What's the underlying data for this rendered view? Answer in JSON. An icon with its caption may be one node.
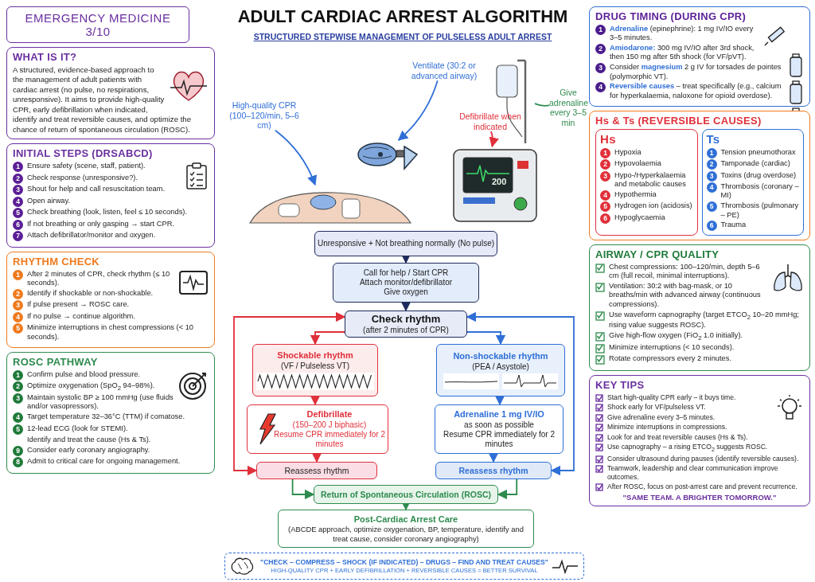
{
  "diagram": {
    "title": "ADULT CARDIAC ARREST ALGORITHM",
    "nodes": [
      {
        "text": [
          "EMERGENCY MEDICINE 3/10"
        ]
      },
      {
        "text": [
          "WHAT IS IT?",
          "A structured, evidence-based approach to the management of adult patients with cardiac arrest (no pulse, no respirations, unresponsive). It aims to provide high-quality CPR, early defibrillation when indicated, identify and treat reversible causes, and optimize the chance of return of spontaneous circulation (ROSC)."
        ]
      },
      {
        "text": [
          "INITIAL STEPS (DRSABCD)",
          "1",
          "Ensure safety (scene, staff, patient).",
          "2",
          "Check response (unresponsive?).",
          "3",
          "Shout for help and call resuscitation team.",
          "4",
          "Open airway.",
          "5",
          "Check breathing (look, listen, feel ≤ 10 seconds).",
          "6",
          "If not breathing or only gasping → start CPR.",
          "7",
          "Attach defibrillator/monitor and oxygen."
        ]
      },
      {
        "text": [
          "RHYTHM CHECK",
          "1",
          "After 2 minutes of CPR, check rhythm (≤ 10 seconds).",
          "2",
          "Identify if shockable or non-shockable.",
          "3",
          "If pulse present → ROSC care.",
          "4",
          "If no pulse → continue algorithm.",
          "5",
          "Minimize interruptions in chest compressions (< 10 seconds)."
        ]
      },
      {
        "text": [
          "ROSC PATHWAY",
          "1",
          "Confirm pulse and blood pressure.",
          "2",
          "Optimize oxygenation (SpO$_{2}$ 94–98%).",
          "3",
          "Maintain systolic BP ≥ 100 mmHg (use fluids and/or vasopressors).",
          "4",
          "Target temperature 32–36°C (TTM) if comatose.",
          "5",
          "12-lead ECG (look for STEMI).",
          "Identify and treat the cause (Hs & Ts).",
          "9",
          "Consider early coronary angiography.",
          "8",
          "Admit to critical care for ongoing management."
        ]
      },
      {
        "text": [
          "High-quality CPR (100–120/min, 5–6 cm)"
        ]
      },
      {
        "text": [],
        "shape": "picture"
      },
      {
        "text": [
          "Ventilate (30:2 or advanced airway)"
        ]
      },
      {
        "text": [],
        "shape": "picture"
      },
      {
        "text": [
          "Defibrillate when indicated"
        ]
      },
      {
        "text": [],
        "shape": "picture"
      },
      {
        "text": [
          "Give adrenaline every 3–5 min"
        ]
      },
      {
        "text": [],
        "shape": "picture"
      },
      {
        "text": [
          "Unresponsive + Not breathing normally (No pulse)"
        ]
      },
      {
        "text": [
          "Call for help / Start CPR",
          "Attach monitor/defibrillator",
          "Give oxygen"
        ]
      },
      {
        "text": [
          "Check rhythm",
          "(after 2 minutes of CPR)"
        ]
      },
      {
        "text": [
          "Shockable rhythm",
          "(VF / Pulseless VT)"
        ]
      },
      {
        "text": [
          "Non-shockable rhythm",
          "(PEA / Asystole)"
        ]
      },
      {
        "text": [
          "Defibrillate",
          "(150–200 J biphasic)",
          "Resume CPR immediately for 2 minutes"
        ]
      },
      {
        "text": [
          "Adrenaline 1 mg IV/IO",
          "as soon as possible",
          "Resume CPR immediately for 2 minutes"
        ]
      },
      {
        "text": [
          "Reassess rhythm"
        ]
      },
      {
        "text": [
          "Reassess rhythm"
        ]
      },
      {
        "text": [
          "Return of Spontaneous Circulation (ROSC)"
        ]
      },
      {
        "text": [
          "Post-Cardiac Arrest Care",
          "(ABCDE approach, optimize oxygenation, BP, temperature, identify and treat cause, consider coronary angiography)"
        ]
      },
      {
        "text": [
          "\"CHECK – COMPRESS – SHOCK (IF INDICATED) – DRUGS – FIND AND TREAT CAUSES\"",
          "HIGH-QUALITY CPR + EARLY DEFIBRILLATION + REVERSIBLE CAUSES = BETTER SURVIVAL"
        ]
      },
      {
        "text": [
          "DRUG TIMING (DURING CPR)",
          "1",
          "**Adrenaline** (epinephrine): 1 mg IV/IO every 3–5 minutes.",
          "2",
          "**Amiodarone:** 300 mg IV/IO after 3rd shock, then 150 mg after 5th shock (for VF/pVT).",
          "3",
          "Consider **magnesium** 2 g IV for torsades de pointes (polymorphic VT).",
          "4",
          "**Reversible causes** – treat specifically (e.g., calcium for hyperkalaemia, naloxone for opioid overdose)."
        ]
      },
      {
        "text": [
          "Hs & Ts (REVERSIBLE CAUSES)"
        ]
      },
      {
        "text": [
          "Hs",
          "1",
          "Hypoxia",
          "2",
          "Hypovolaemia",
          "3",
          "Hypo-/Hyperkalaemia and metabolic causes",
          "4",
          "Hypothermia",
          "5",
          "Hydrogen ion (acidosis)",
          "6",
          "Hypoglycaemia"
        ],
        "in": 26
      },
      {
        "text": [
          "Ts",
          "1",
          "Tension pneumothorax",
          "2",
          "Tamponade (cardiac)",
          "3",
          "Toxins (drug overdose)",
          "4",
          "Thrombosis (coronary – MI)",
          "5",
          "Thrombosis (pulmonary – PE)",
          "6",
          "Trauma"
        ],
        "in": 26
      },
      {
        "text": [
          "AIRWAY / CPR QUALITY",
          "Chest compressions: 100–120/min, depth 5–6 cm (full recoil, minimal interruptions).",
          "Ventilation: 30:2 with bag-mask, or 10 breaths/min with advanced airway (continuous compressions).",
          "Use waveform capnography (target ETCO$_{2}$ 10–20 mmHg; rising value suggests ROSC).",
          "Give high-flow oxygen (FiO$_{2}$ 1.0 initially).",
          "Minimize interruptions (< 10 seconds).",
          "Rotate compressors every 2 minutes."
        ]
      },
      {
        "text": [
          "KEY TIPS",
          "Start high-quality CPR early – it buys time.",
          "Shock early for VF/pulseless VT.",
          "Give adrenaline every 3–5 minutes.",
          "Minimize interruptions in compressions.",
          "Look for and treat reversible causes (Hs & Ts).",
          "Use capnography – a rising ETCO$_{2}$ suggests ROSC.",
          "Consider ultrasound during pauses (identify reversible causes).",
          "Teamwork, leadership and clear communication improve outcomes.",
          "After ROSC, focus on post-arrest care and prevent recurrence.",
          "\"SAME TEAM. A BRIGHTER TOMORROW.\""
        ]
      }
    ],
    "edges": [
      {
        "from": 5,
        "to": 6,
        "arrow": "to",
        "color": "#2f6fd6"
      },
      {
        "from": 7,
        "to": 8,
        "arrow": "to",
        "color": "#2f6fd6"
      },
      {
        "from": 9,
        "to": 10,
        "arrow": "to",
        "color": "#e0303a"
      },
      {
        "from": 11,
        "to": 12,
        "arrow": "none",
        "color": "#2e8b4e"
      },
      {
        "from": 13,
        "to": 14,
        "arrow": "to",
        "color": "#1f2a5c"
      },
      {
        "from": 14,
        "to": 15,
        "arrow": "to",
        "color": "#1f2a5c"
      },
      {
        "from": 15,
        "to": 16,
        "arrow": "to",
        "color": "#e0303a"
      },
      {
        "from": 15,
        "to": 17,
        "arrow": "to",
        "color": "#2f6fd6"
      },
      {
        "from": 16,
        "to": 18,
        "arrow": "to",
        "color": "#e0303a"
      },
      {
        "from": 17,
        "to": 19,
        "arrow": "to",
        "color": "#2f6fd6"
      },
      {
        "from": 18,
        "to": 20,
        "arrow": "to",
        "color": "#e0303a"
      },
      {
        "from": 19,
        "to": 21,
        "arrow": "to",
        "color": "#2f6fd6"
      },
      {
        "from": 15,
        "to": 20,
        "arrow": "both",
        "color": "#e0303a"
      },
      {
        "from": 15,
        "to": 21,
        "arrow": "both",
        "color": "#2f6fd6"
      },
      {
        "from": 20,
        "to": 22,
        "arrow": "to",
        "color": "#2e8b4e"
      },
      {
        "from": 21,
        "to": 22,
        "arrow": "to",
        "color": "#2e8b4e"
      },
      {
        "from": 22,
        "to": 23,
        "arrow": "to",
        "color": "#2e8b4e"
      }
    ],
    "labels": [
      "STRUCTURED STEPWISE MANAGEMENT OF PULSELESS ADULT ARREST",
      "200"
    ]
  }
}
